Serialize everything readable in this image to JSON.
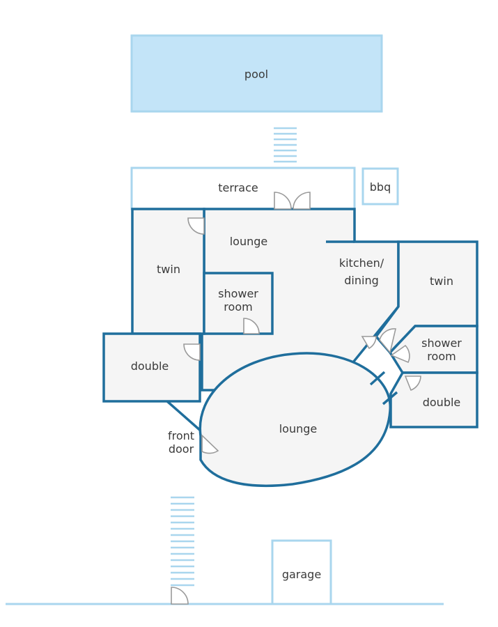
{
  "rooms": {
    "pool": "pool",
    "terrace": "terrace",
    "bbq": "bbq",
    "lounge_upper": "lounge",
    "twin_left": "twin",
    "kitchen_line1": "kitchen/",
    "kitchen_line2": "dining",
    "twin_right": "twin",
    "shower_left_line1": "shower",
    "shower_left_line2": "room",
    "double_left": "double",
    "shower_right_line1": "shower",
    "shower_right_line2": "room",
    "double_right": "double",
    "lounge_main": "lounge",
    "front_door_line1": "front",
    "front_door_line2": "door",
    "garage": "garage"
  },
  "colors": {
    "wall": "#1f6e9c",
    "outdoor_outline": "#a9d6ee",
    "pool_fill": "#c3e4f8",
    "room_fill": "#f5f5f5",
    "door": "#9a9a9a",
    "label": "#3a3a3a"
  }
}
